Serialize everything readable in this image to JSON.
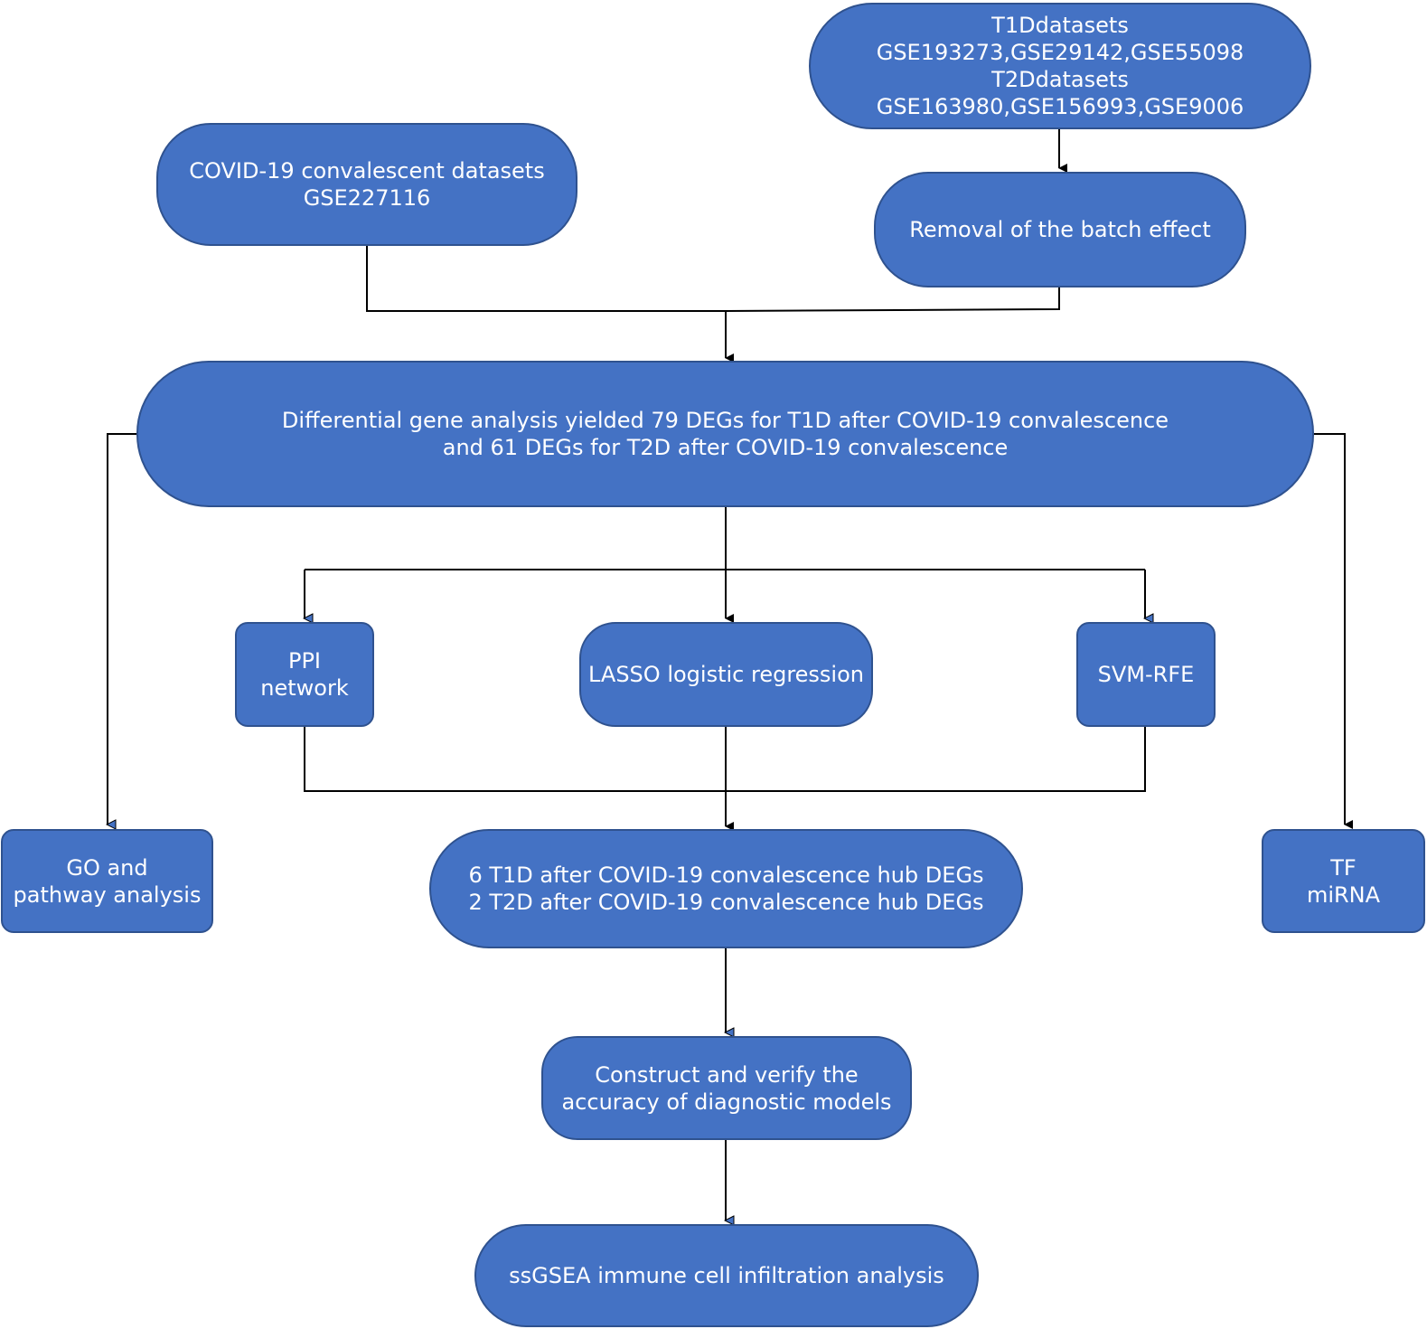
{
  "nodes": {
    "datasets_t1d_t2d": {
      "line1": "T1Ddatasets",
      "line2": "GSE193273,GSE29142,GSE55098",
      "line3": "T2Ddatasets",
      "line4": "GSE163980,GSE156993,GSE9006"
    },
    "covid_datasets": {
      "line1": "COVID-19 convalescent datasets",
      "line2": "GSE227116"
    },
    "batch_effect": {
      "line1": "Removal of the batch effect"
    },
    "differential_analysis": {
      "line1": "Differential gene analysis yielded 79 DEGs for T1D after COVID-19 convalescence",
      "line2": "and 61 DEGs for T2D after COVID-19 convalescence"
    },
    "ppi": {
      "line1": "PPI",
      "line2": "network"
    },
    "lasso": {
      "line1": "LASSO logistic regression"
    },
    "svm": {
      "line1": "SVM-RFE"
    },
    "go": {
      "line1": "GO and",
      "line2": "pathway analysis"
    },
    "hub_degs": {
      "line1": "6 T1D after COVID-19 convalescence hub DEGs",
      "line2": "2 T2D after COVID-19 convalescence hub DEGs"
    },
    "tf": {
      "line1": "TF",
      "line2": "miRNA"
    },
    "diagnostic": {
      "line1": "Construct and verify the",
      "line2": "accuracy of diagnostic models"
    },
    "ssgsea": {
      "line1": "ssGSEA immune cell infiltration analysis"
    }
  },
  "colors": {
    "node_fill": "#4472c4",
    "node_border": "#2f528f",
    "edge": "#000000",
    "arrow_head_blue": "#4472c4"
  }
}
